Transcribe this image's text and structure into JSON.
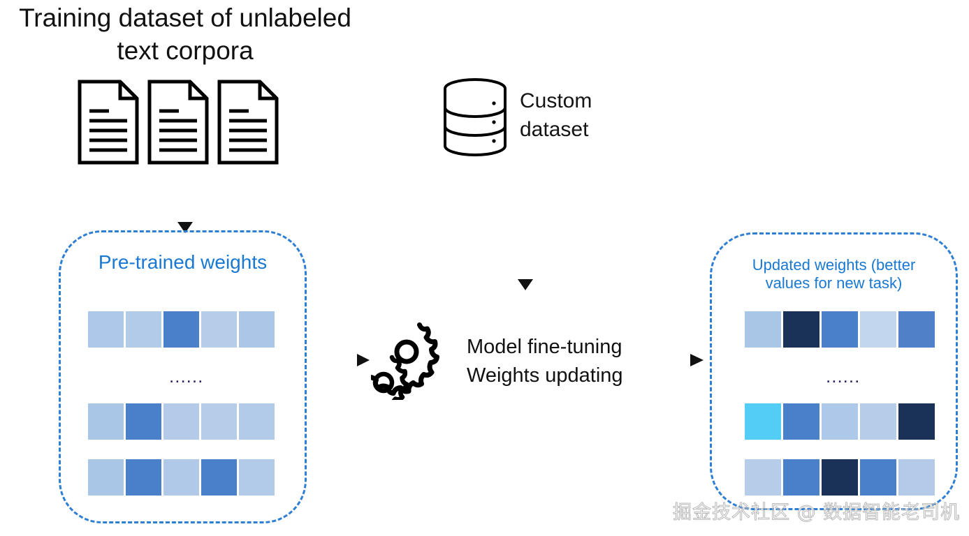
{
  "diagram": {
    "title": "Training dataset of unlabeled\ntext corpora",
    "documents": {
      "icon": "document-icon",
      "count": 3
    },
    "database": {
      "icon": "database-icon",
      "label": "Custom\ndataset"
    },
    "arrows": {
      "docs_to_pretrained": "down-arrow",
      "database_to_process": "down-arrow",
      "pretrained_to_process": "right-arrow",
      "process_to_updated": "right-arrow"
    },
    "process": {
      "icon": "gears-icon",
      "label": "Model fine-tuning\nWeights updating"
    },
    "left_panel": {
      "title": "Pre-trained weights",
      "ellipsis": "......",
      "rows": [
        {
          "cells": [
            "#adc8e8",
            "#b2cbe9",
            "#4a7fc9",
            "#b6cdea",
            "#abc6e7"
          ]
        },
        {
          "cells": [
            "#aac6e7",
            "#4a7fc9",
            "#b3cbe9",
            "#b6cdea",
            "#b2cbe9"
          ]
        },
        {
          "cells": [
            "#aac6e7",
            "#4a7fc9",
            "#b0c9e8",
            "#4a7fc9",
            "#b2cbe9"
          ]
        }
      ]
    },
    "right_panel": {
      "title": "Updated weights (better\nvalues for new task)",
      "ellipsis": "......",
      "rows": [
        {
          "cells": [
            "#aac6e6",
            "#1b3258",
            "#4a7fc9",
            "#c2d6ee",
            "#4f80c8"
          ]
        },
        {
          "cells": [
            "#53cdf6",
            "#4a7fc9",
            "#adc8e8",
            "#b6cdea",
            "#1b3258"
          ]
        },
        {
          "cells": [
            "#b6cdea",
            "#4a7fc9",
            "#1b3258",
            "#4a7fc9",
            "#b3cbe9"
          ]
        }
      ]
    },
    "watermark": "掘金技术社区 @ 数据智能老司机",
    "colors": {
      "accent_blue": "#1878d2",
      "panel_border": "#2e7fd4",
      "cell_light": "#b2cbe9",
      "cell_medium": "#4a7fc9",
      "cell_dark": "#1b3258",
      "cell_cyan": "#53cdf6",
      "text_dark": "#111111"
    }
  }
}
